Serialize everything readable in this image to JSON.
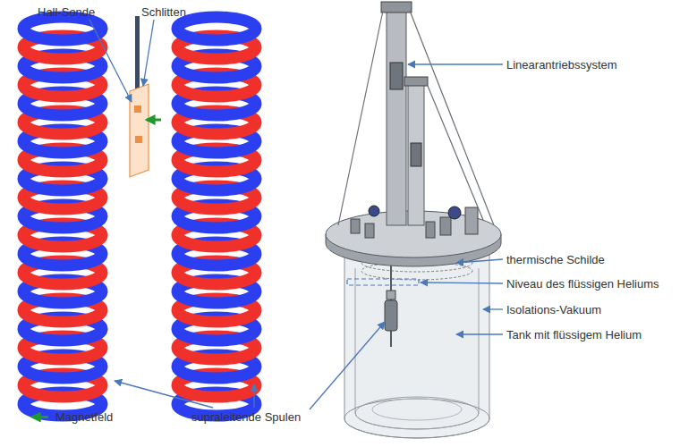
{
  "diagram": {
    "labels": [
      "Hall-Sonde",
      "Schlitten",
      "Linearantriebssystem",
      "thermische Schilde",
      "Niveau des flüssigen Heliums",
      "Isolations-Vakuum",
      "Tank mit flüssigem Helium",
      "supraleitende Spulen"
    ],
    "legend": [
      {
        "text": "Magnetfeld"
      }
    ]
  }
}
